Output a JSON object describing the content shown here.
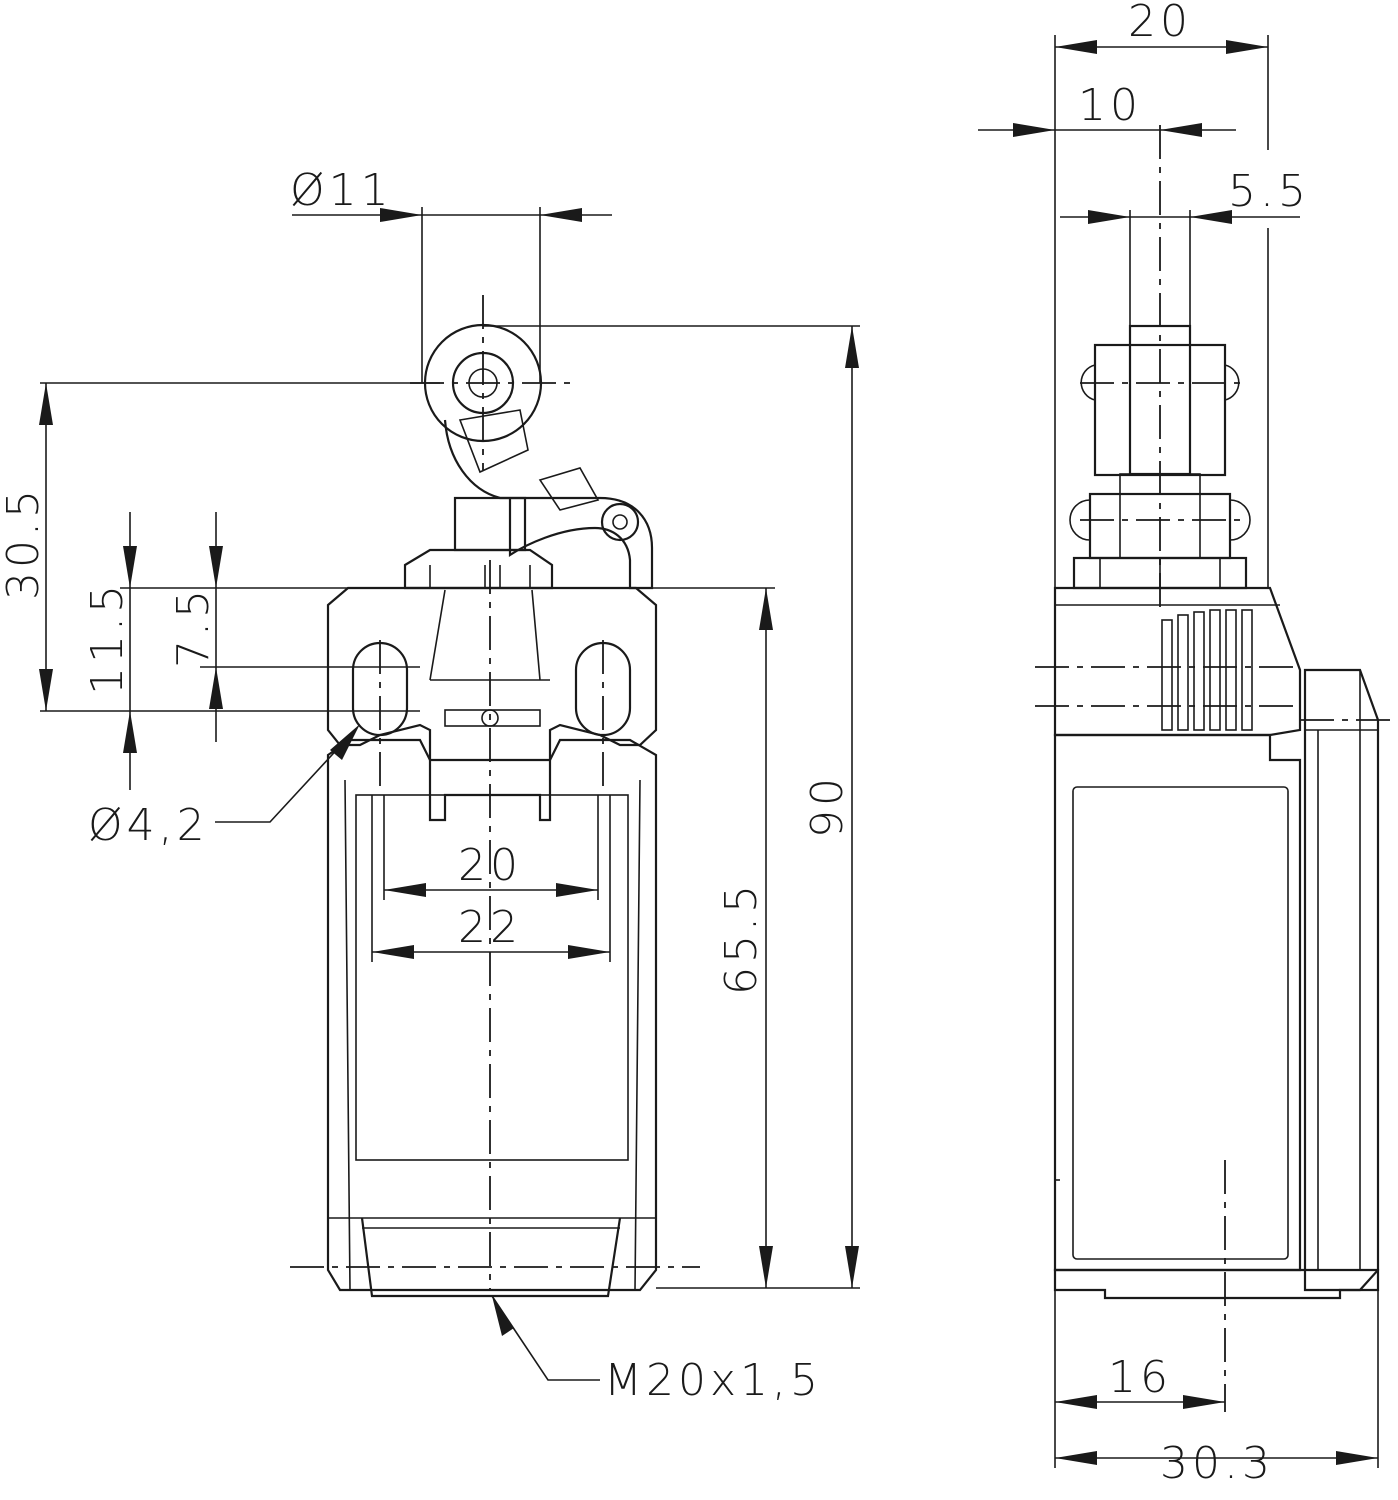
{
  "front_view": {
    "dimensions": {
      "roller_diameter": "Ø11",
      "lever_height": "30.5",
      "mount_offset_upper": "11.5",
      "mount_offset_lower": "7.5",
      "hole_diameter": "Ø4,2",
      "inner_width_20": "20",
      "inner_width_22": "22",
      "body_height": "65.5",
      "total_height": "90",
      "thread": "M20x1,5"
    }
  },
  "side_view": {
    "dimensions": {
      "top_width": "20",
      "half_width": "10",
      "roller_width": "5.5",
      "offset_16": "16",
      "depth": "30.3"
    }
  }
}
